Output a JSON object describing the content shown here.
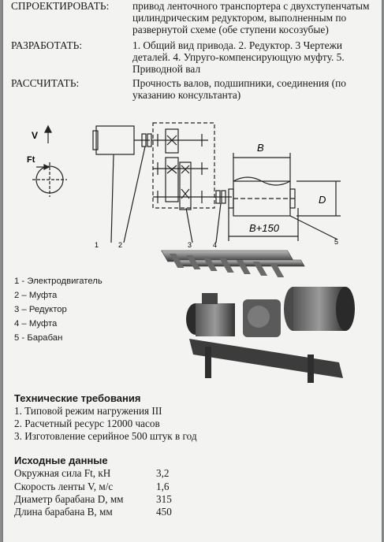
{
  "task": {
    "design_label": "СПРОЕКТИРОВАТЬ:",
    "design_text": "привод ленточного транспортера с двухступенчатым цилиндрическим редуктором, выполненным по развернутой схеме (обе ступени косозубые)",
    "develop_label": "РАЗРАБОТАТЬ:",
    "develop_text": "1. Общий вид привода. 2. Редуктор. 3 Чертежи деталей. 4. Упруго-компенсирующую муфту. 5. Приводной вал",
    "calc_label": "РАССЧИТАТЬ:",
    "calc_text": "Прочность валов, подшипники, соединения (по указанию консультанта)"
  },
  "schematic": {
    "v_label": "V",
    "f_label": "Ft",
    "b_label": "B",
    "d_label": "D",
    "b150_label": "B+150",
    "callouts": [
      "1",
      "2",
      "3",
      "4",
      "5"
    ]
  },
  "legend": [
    "1 - Электродвигатель",
    "2 – Муфта",
    "3 – Редуктор",
    "4 – Муфта",
    "5 - Барабан"
  ],
  "requirements": {
    "title": "Технические требования",
    "items": [
      "1. Типовой режим нагружения III",
      "2. Расчетный ресурс 12000 часов",
      "3. Изготовление серийное 500 штук в год"
    ]
  },
  "initial_data": {
    "title": "Исходные данные",
    "rows": [
      {
        "label": "Окружная сила Ft, кН",
        "value": "3,2"
      },
      {
        "label": "Скорость ленты V, м/с",
        "value": "1,6"
      },
      {
        "label": "Диаметр барабана D, мм",
        "value": "315"
      },
      {
        "label": "Длина барабана B, мм",
        "value": "450"
      }
    ]
  }
}
